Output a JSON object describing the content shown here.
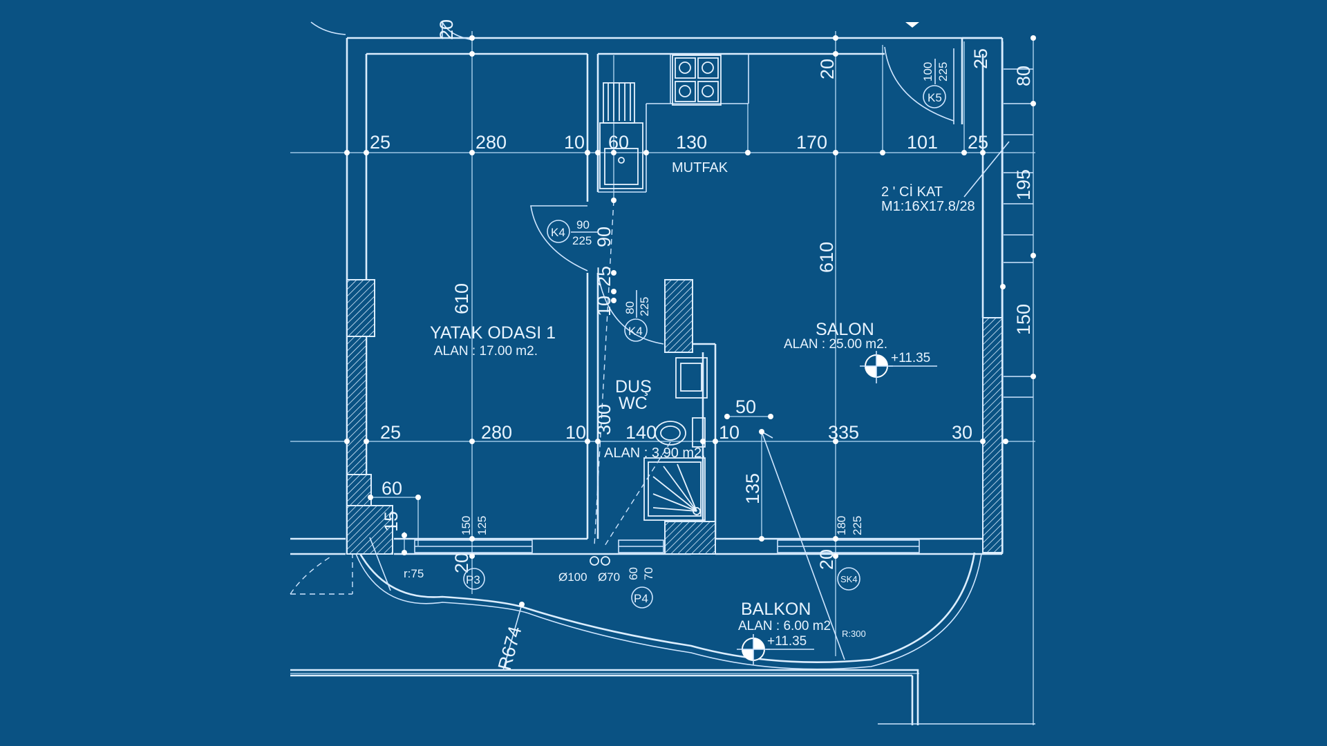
{
  "rooms": {
    "bedroom": {
      "name": "YATAK ODASI  1",
      "area": "ALAN : 17.00  m2."
    },
    "salon": {
      "name": "SALON",
      "area": "ALAN : 25.00  m2."
    },
    "bath": {
      "name_line1": "DUŞ",
      "name_line2": "WC",
      "area": "ALAN : 3.90  m2."
    },
    "kitchen": {
      "name": "MUTFAK"
    },
    "balcony": {
      "name": "BALKON",
      "area": "ALAN : 6.00  m2"
    }
  },
  "floor_note": {
    "line1": "2 ' Cİ  KAT",
    "line2": "M1:16X17.8/28"
  },
  "levels": {
    "salon": "+11.35",
    "balcony": "+11.35"
  },
  "dims_top": [
    "25",
    "280",
    "10",
    "60",
    "130",
    "170",
    "101",
    "25"
  ],
  "dims_mid": [
    "25",
    "280",
    "10",
    "300",
    "140",
    "10",
    "335",
    "30"
  ],
  "dims_vertical": {
    "bed": "610",
    "salon": "610",
    "top_left": "20",
    "top_salon": "20",
    "k4_v": "90",
    "k4_v2": "25",
    "mid_10": "10",
    "right_80": "80",
    "right_195": "195",
    "right_150": "150",
    "right_25": "25",
    "shower_135": "135",
    "p3_150": "150",
    "p3_125": "125",
    "p3_20": "20",
    "p4_60": "60",
    "p4_70": "70",
    "sk4_180": "180",
    "sk4_225": "225",
    "sk4_20": "20",
    "bed_15": "15",
    "r674": "R674"
  },
  "dims_misc": {
    "bed_60": "60",
    "salon_50": "50"
  },
  "doors": {
    "k5": {
      "tag": "K5",
      "w": "100",
      "h": "225"
    },
    "k4a": {
      "tag": "K4",
      "w": "90",
      "h": "225"
    },
    "k4b": {
      "tag": "K4",
      "w": "80",
      "h": "225"
    }
  },
  "tags": {
    "p3": "P3",
    "p4": "P4",
    "sk4": "SK4"
  },
  "pipes": {
    "d100": "Ø100",
    "d70": "Ø70"
  },
  "radii": {
    "r75": "r:75",
    "r300": "R:300"
  }
}
